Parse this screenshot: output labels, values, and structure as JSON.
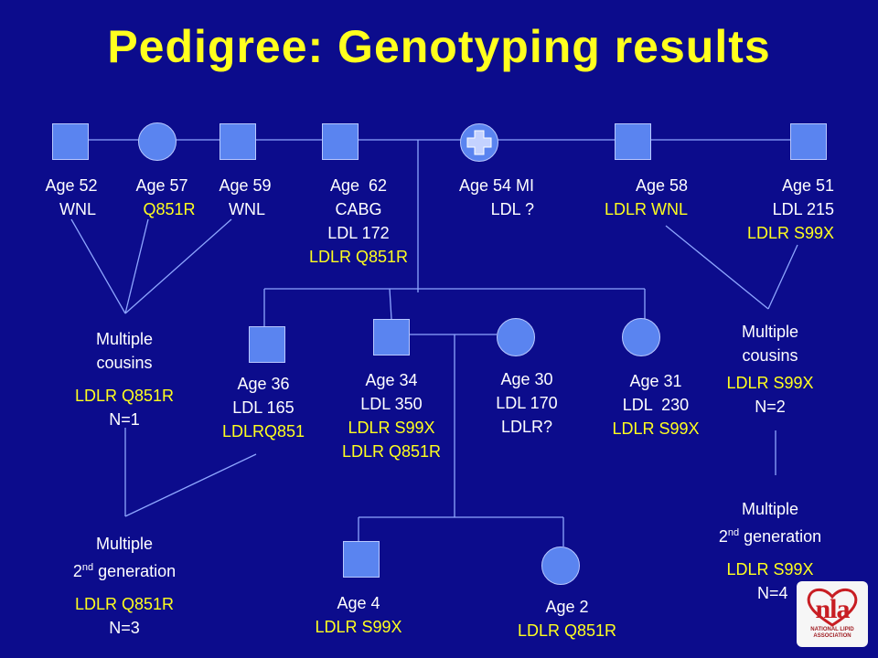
{
  "title": "Pedigree: Genotyping results",
  "gen1": [
    {
      "lines": [
        {
          "t": "Age 52",
          "c": "w"
        },
        {
          "t": "WNL",
          "c": "w"
        }
      ]
    },
    {
      "lines": [
        {
          "t": "Age 57",
          "c": "w"
        },
        {
          "t": "Q851R",
          "c": "y"
        }
      ]
    },
    {
      "lines": [
        {
          "t": "Age 59",
          "c": "w"
        },
        {
          "t": "WNL",
          "c": "w"
        }
      ]
    },
    {
      "lines": [
        {
          "t": "Age  62",
          "c": "w"
        },
        {
          "t": "CABG",
          "c": "w"
        },
        {
          "t": "LDL 172",
          "c": "w"
        },
        {
          "t": "LDLR Q851R",
          "c": "y"
        }
      ]
    },
    {
      "lines": [
        {
          "t": "Age 54 MI",
          "c": "w"
        },
        {
          "t": "LDL ?",
          "c": "w"
        }
      ]
    },
    {
      "lines": [
        {
          "t": "Age 58",
          "c": "w"
        },
        {
          "t": "LDLR WNL",
          "c": "y"
        }
      ]
    },
    {
      "lines": [
        {
          "t": "Age 51",
          "c": "w"
        },
        {
          "t": "LDL 215",
          "c": "w"
        },
        {
          "t": "LDLR S99X",
          "c": "y"
        }
      ]
    }
  ],
  "gen2": [
    {
      "lines": [
        {
          "t": "Age 36",
          "c": "w"
        },
        {
          "t": "LDL 165",
          "c": "w"
        },
        {
          "t": "LDLRQ851",
          "c": "y"
        }
      ]
    },
    {
      "lines": [
        {
          "t": "Age 34",
          "c": "w"
        },
        {
          "t": "LDL 350",
          "c": "w"
        },
        {
          "t": "LDLR S99X",
          "c": "y"
        },
        {
          "t": "LDLR Q851R",
          "c": "y"
        }
      ]
    },
    {
      "lines": [
        {
          "t": "Age 30",
          "c": "w"
        },
        {
          "t": "LDL 170",
          "c": "w"
        },
        {
          "t": "LDLR?",
          "c": "w"
        }
      ]
    },
    {
      "lines": [
        {
          "t": "Age 31",
          "c": "w"
        },
        {
          "t": "LDL  230",
          "c": "w"
        },
        {
          "t": "LDLR S99X",
          "c": "y"
        }
      ]
    }
  ],
  "gen3": [
    {
      "lines": [
        {
          "t": "Age 4",
          "c": "w"
        },
        {
          "t": "LDLR S99X",
          "c": "y"
        }
      ]
    },
    {
      "lines": [
        {
          "t": "Age 2",
          "c": "w"
        },
        {
          "t": "LDLR Q851R",
          "c": "y"
        }
      ]
    }
  ],
  "groups": {
    "cousins_left": {
      "head1": "Multiple",
      "head2": "cousins",
      "geno": "LDLR Q851R",
      "n": "N=1"
    },
    "cousins_right": {
      "head1": "Multiple",
      "head2": "cousins",
      "geno": "LDLR S99X",
      "n": "N=2"
    },
    "second_gen_left": {
      "head1": "Multiple",
      "head2_pre": "2",
      "head2_sup": "nd",
      "head2_post": " generation",
      "geno": "LDLR Q851R",
      "n": "N=3"
    },
    "second_gen_right": {
      "head1": "Multiple",
      "head2_pre": "2",
      "head2_sup": "nd",
      "head2_post": " generation",
      "geno": "LDLR S99X",
      "n": "N=4"
    }
  },
  "logo": {
    "text": "nla",
    "sub1": "NATIONAL LIPID",
    "sub2": "ASSOCIATION"
  },
  "colors": {
    "background": "#0c0c8c",
    "title": "#ffff1e",
    "highlight": "#ffff1e",
    "node_fill": "#5a84f0",
    "line": "#8ea6ff"
  }
}
